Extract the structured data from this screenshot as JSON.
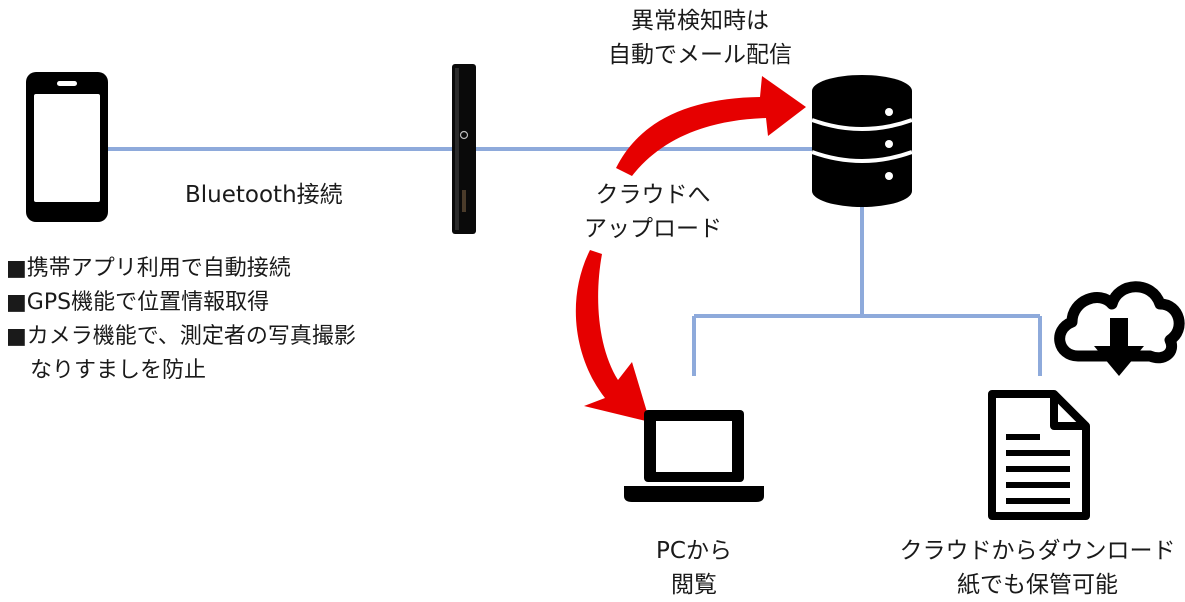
{
  "labels": {
    "bluetooth": "Bluetooth接続",
    "alert_line1": "異常検知時は",
    "alert_line2": "自動でメール配信",
    "upload_line1": "クラウドへ",
    "upload_line2": "アップロード",
    "pc_line1": "PCから",
    "pc_line2": "閲覧",
    "download_line1": "クラウドからダウンロード",
    "download_line2": "紙でも保管可能"
  },
  "features": [
    "■携帯アプリ利用で自動接続",
    "■GPS機能で位置情報取得",
    "■カメラ機能で、測定者の写真撮影",
    "なりすましを防止"
  ],
  "colors": {
    "line": "#8eaadb",
    "arrow": "#e60000",
    "icon": "#000000"
  },
  "icons": [
    "smartphone-icon",
    "sensor-device-icon",
    "database-icon",
    "laptop-icon",
    "document-icon",
    "cloud-download-icon"
  ]
}
